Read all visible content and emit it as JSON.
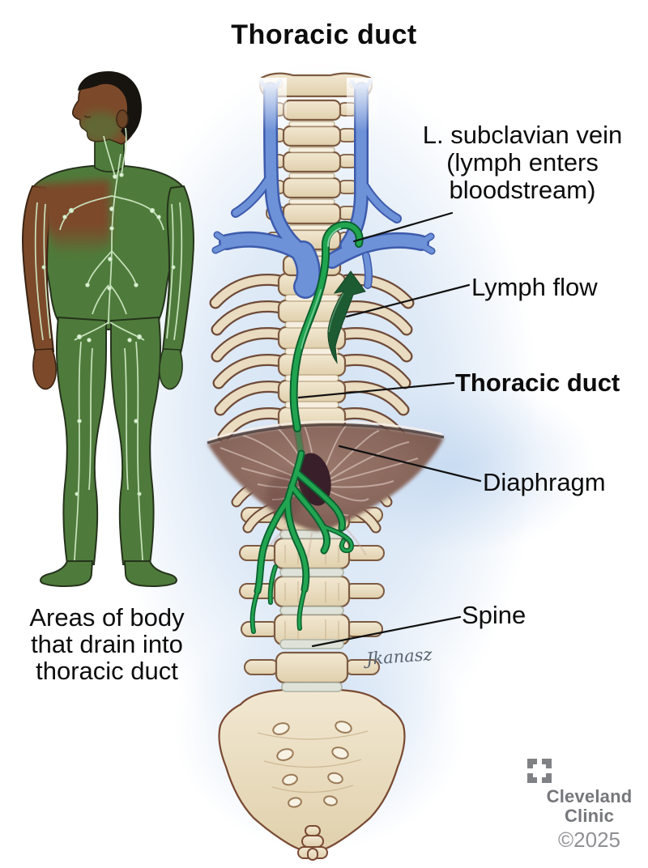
{
  "title": "Thoracic duct",
  "labels": {
    "subclavian": "L. subclavian vein\n(lymph enters\nbloodstream)",
    "lymph_flow": "Lymph flow",
    "thoracic_duct": "Thoracic duct",
    "diaphragm": "Diaphragm",
    "spine": "Spine"
  },
  "caption": "Areas of body\nthat drain into\nthoracic duct",
  "signature": "Jkanasz",
  "branding": {
    "logo_icon": "cleveland-clinic-mark",
    "name_line1": "Cleveland",
    "name_line2": "Clinic",
    "copyright": "©2025",
    "text_color": "#76777b"
  },
  "colors": {
    "label_text": "#0c0c0c",
    "leader_line": "#111111",
    "body_green": "#4e7b3b",
    "skin_brown": "#7c4a2a",
    "lymph_vessel_light": "#cfe9c4",
    "duct_green": "#21a44f",
    "duct_outline": "#0a5e2d",
    "arrow_dark_green": "#1d5b33",
    "vein_blue": "#6e92d8",
    "vein_outline": "#3d5bac",
    "bone_cream": "#ecdfc4",
    "bone_outline": "#7c5a41",
    "diaphragm_brown": "#8f6d62",
    "halo_blue": "#c6daf0",
    "brand_gray": "#808184"
  }
}
